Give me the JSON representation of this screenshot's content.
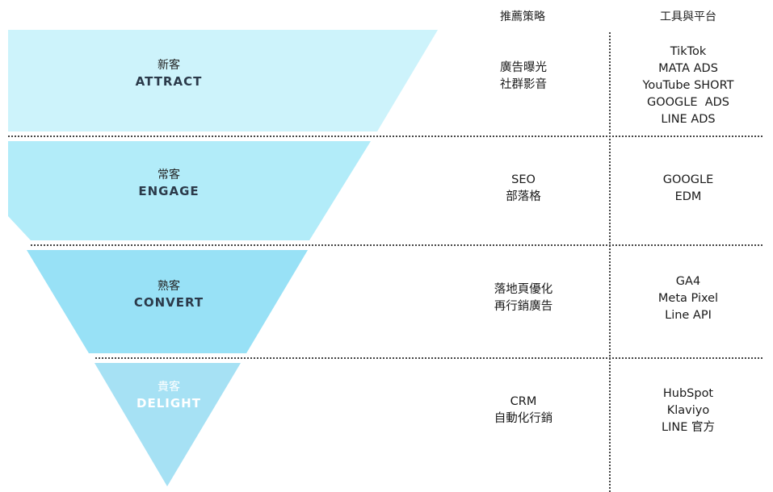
{
  "headers": {
    "strategy": "推薦策略",
    "tools": "工具與平台"
  },
  "colors": {
    "stage1": "#cdf3fb",
    "stage2": "#b2ecf9",
    "stage3": "#98e1f6",
    "stage4": "#a6e1f4"
  },
  "stages": [
    {
      "zh": "新客",
      "en": "ATTRACT",
      "strategy": [
        "廣告曝光",
        "社群影音"
      ],
      "tools": [
        "TikTok",
        "MATA ADS",
        "YouTube SHORT",
        "GOOGLE  ADS",
        "LINE ADS"
      ]
    },
    {
      "zh": "常客",
      "en": "ENGAGE",
      "strategy": [
        "SEO",
        "部落格"
      ],
      "tools": [
        "GOOGLE",
        "EDM"
      ]
    },
    {
      "zh": "熟客",
      "en": "CONVERT",
      "strategy": [
        "落地頁優化",
        "再行銷廣告"
      ],
      "tools": [
        "GA4",
        "Meta Pixel",
        "Line API"
      ]
    },
    {
      "zh": "貴客",
      "en": "DELIGHT",
      "strategy": [
        "CRM",
        "自動化行銷"
      ],
      "tools": [
        "HubSpot",
        "Klaviyo",
        "LINE 官方"
      ]
    }
  ]
}
